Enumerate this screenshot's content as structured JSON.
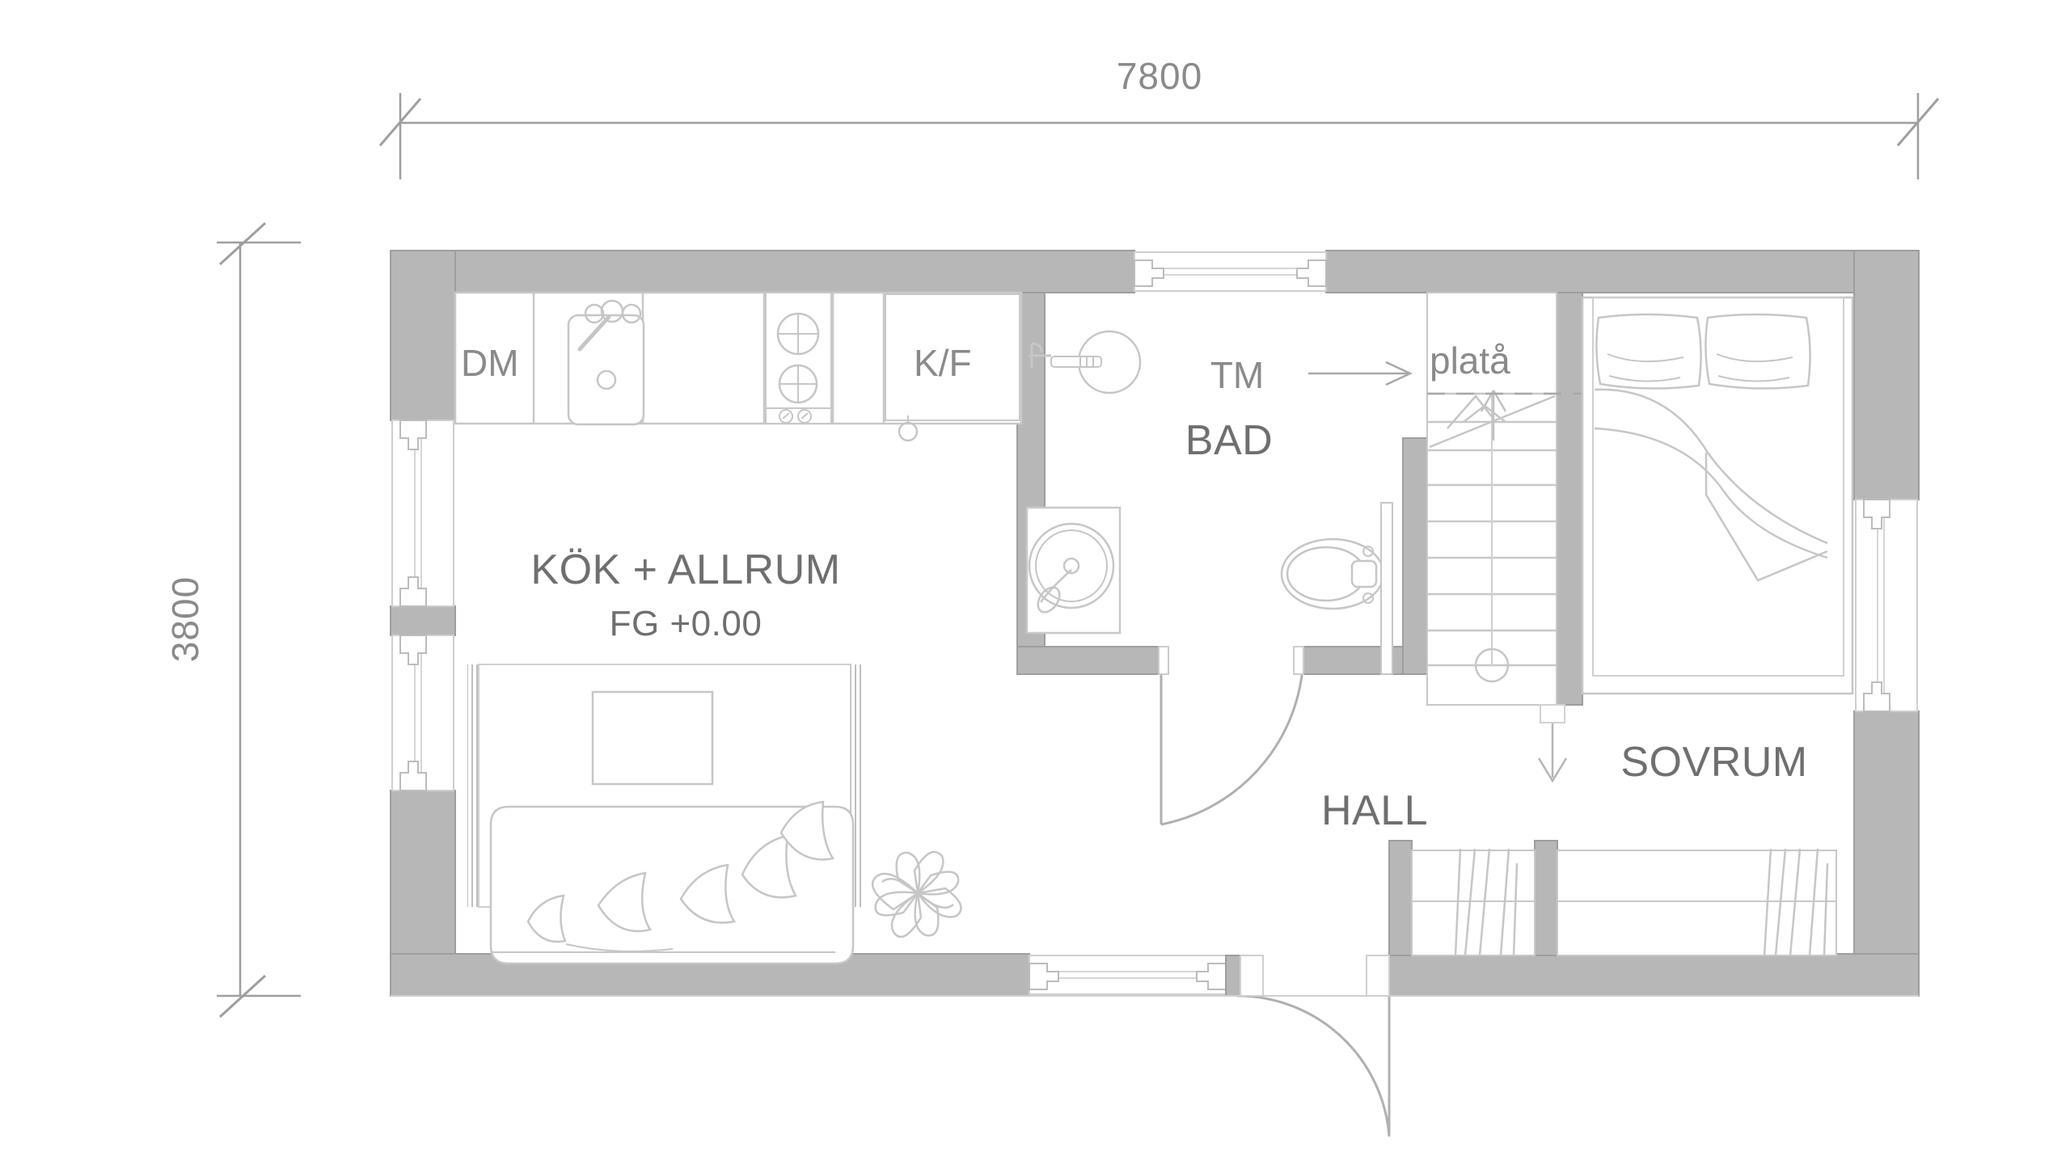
{
  "drawing": {
    "type": "architectural-floor-plan",
    "language": "sv",
    "colors": {
      "wall_fill": "#b7b7b7",
      "wall_stroke": "#9a9a9a",
      "furniture_stroke": "#c2c2c2",
      "fixture_stroke": "#bdbdbd",
      "text": "#6f6f6f",
      "dim_text": "#8a8a8a",
      "dim_line": "#9e9e9e",
      "background": "#ffffff"
    }
  },
  "dimensions": {
    "top": {
      "value": "7800",
      "orientation": "horizontal",
      "unit_implied": "mm"
    },
    "left": {
      "value": "3800",
      "orientation": "vertical",
      "unit_implied": "mm"
    }
  },
  "rooms": [
    {
      "id": "kok-allrum",
      "label": "KÖK + ALLRUM",
      "sublabel": "FG +0.00"
    },
    {
      "id": "bad",
      "label": "BAD"
    },
    {
      "id": "hall",
      "label": "HALL"
    },
    {
      "id": "sovrum",
      "label": "SOVRUM"
    }
  ],
  "annotations": [
    {
      "id": "dm",
      "label": "DM",
      "meaning": "dishwasher"
    },
    {
      "id": "kf",
      "label": "K/F",
      "meaning": "fridge-freezer"
    },
    {
      "id": "tm",
      "label": "TM",
      "meaning": "washing-machine",
      "leader": "arrow-right"
    },
    {
      "id": "plata",
      "label": "platå",
      "meaning": "stair-landing-platform"
    }
  ],
  "fixtures": [
    {
      "id": "kitchen-sink",
      "name": "sink"
    },
    {
      "id": "cooktop",
      "name": "cooktop-two-burner"
    },
    {
      "id": "washbasin",
      "name": "washbasin"
    },
    {
      "id": "shower-drain",
      "name": "shower-floor-drain"
    },
    {
      "id": "toilet",
      "name": "toilet"
    },
    {
      "id": "stairs",
      "name": "staircase",
      "direction_up": "up-arrow",
      "direction_down": "down-arrow"
    },
    {
      "id": "bed",
      "name": "double-bed",
      "pillows": 2
    },
    {
      "id": "sofa",
      "name": "sofa-with-cushions"
    },
    {
      "id": "coffee-table",
      "name": "coffee-table"
    },
    {
      "id": "rug",
      "name": "fringed-rug"
    },
    {
      "id": "plant",
      "name": "potted-plant"
    },
    {
      "id": "wardrobe-left",
      "name": "wardrobe"
    },
    {
      "id": "wardrobe-right",
      "name": "wardrobe"
    }
  ],
  "openings": [
    {
      "id": "window-top-left",
      "type": "window",
      "wall": "top"
    },
    {
      "id": "window-left-upper",
      "type": "window",
      "wall": "left"
    },
    {
      "id": "window-left-lower",
      "type": "window",
      "wall": "left"
    },
    {
      "id": "window-right",
      "type": "window",
      "wall": "right"
    },
    {
      "id": "window-bottom",
      "type": "window",
      "wall": "bottom"
    },
    {
      "id": "door-entrance",
      "type": "door",
      "wall": "bottom",
      "swing": "out"
    },
    {
      "id": "door-bathroom",
      "type": "door",
      "wall": "interior",
      "swing": "into-hall"
    }
  ]
}
